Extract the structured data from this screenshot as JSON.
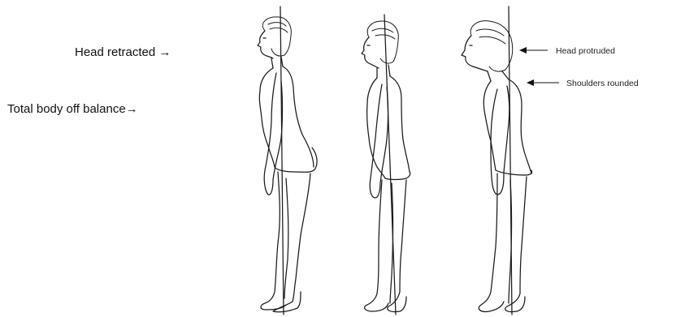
{
  "left_labels": {
    "head_retracted": "Head retracted →",
    "total_body_off_balance": "Total body off  balance→"
  },
  "right_labels": {
    "head_protruded": "Head protruded",
    "shoulders_rounded": "Shoulders rounded"
  },
  "figures": [
    "figure-retracted-posture",
    "figure-normal-posture",
    "figure-slouched-posture"
  ],
  "colors": {
    "ink": "#1a1a1a",
    "background": "#ffffff"
  }
}
